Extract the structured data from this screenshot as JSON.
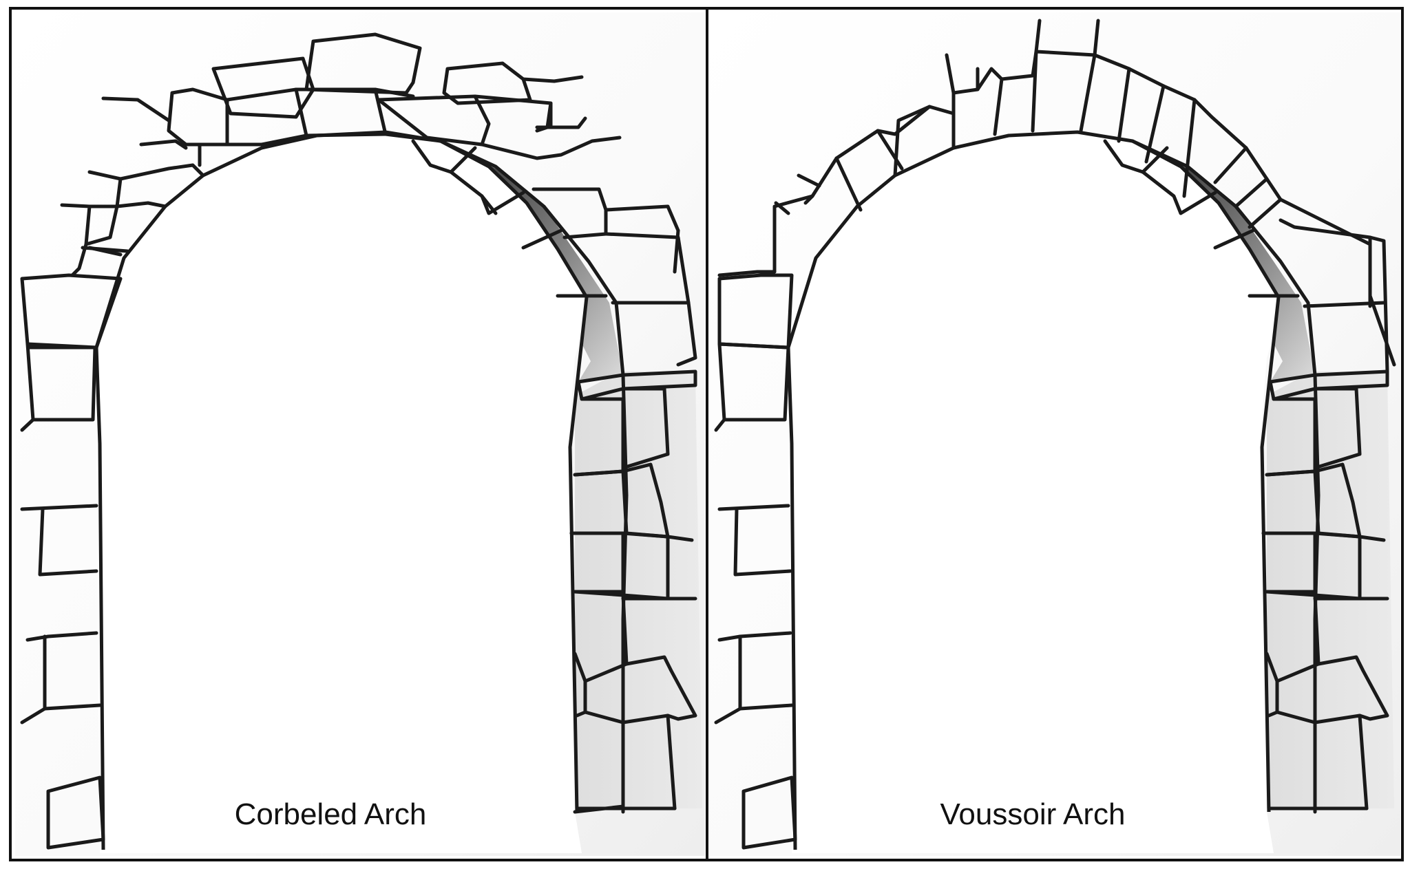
{
  "panels": [
    {
      "id": "corbeled",
      "caption": "Corbeled Arch"
    },
    {
      "id": "voussoir",
      "caption": "Voussoir Arch"
    }
  ],
  "colors": {
    "line": "#1a1a1a",
    "frame": "#111111",
    "stone_light": "#e2e2e2",
    "keystone_dark": "#111111",
    "keystone_mid": "#6a6a6a",
    "background": "#ffffff"
  }
}
